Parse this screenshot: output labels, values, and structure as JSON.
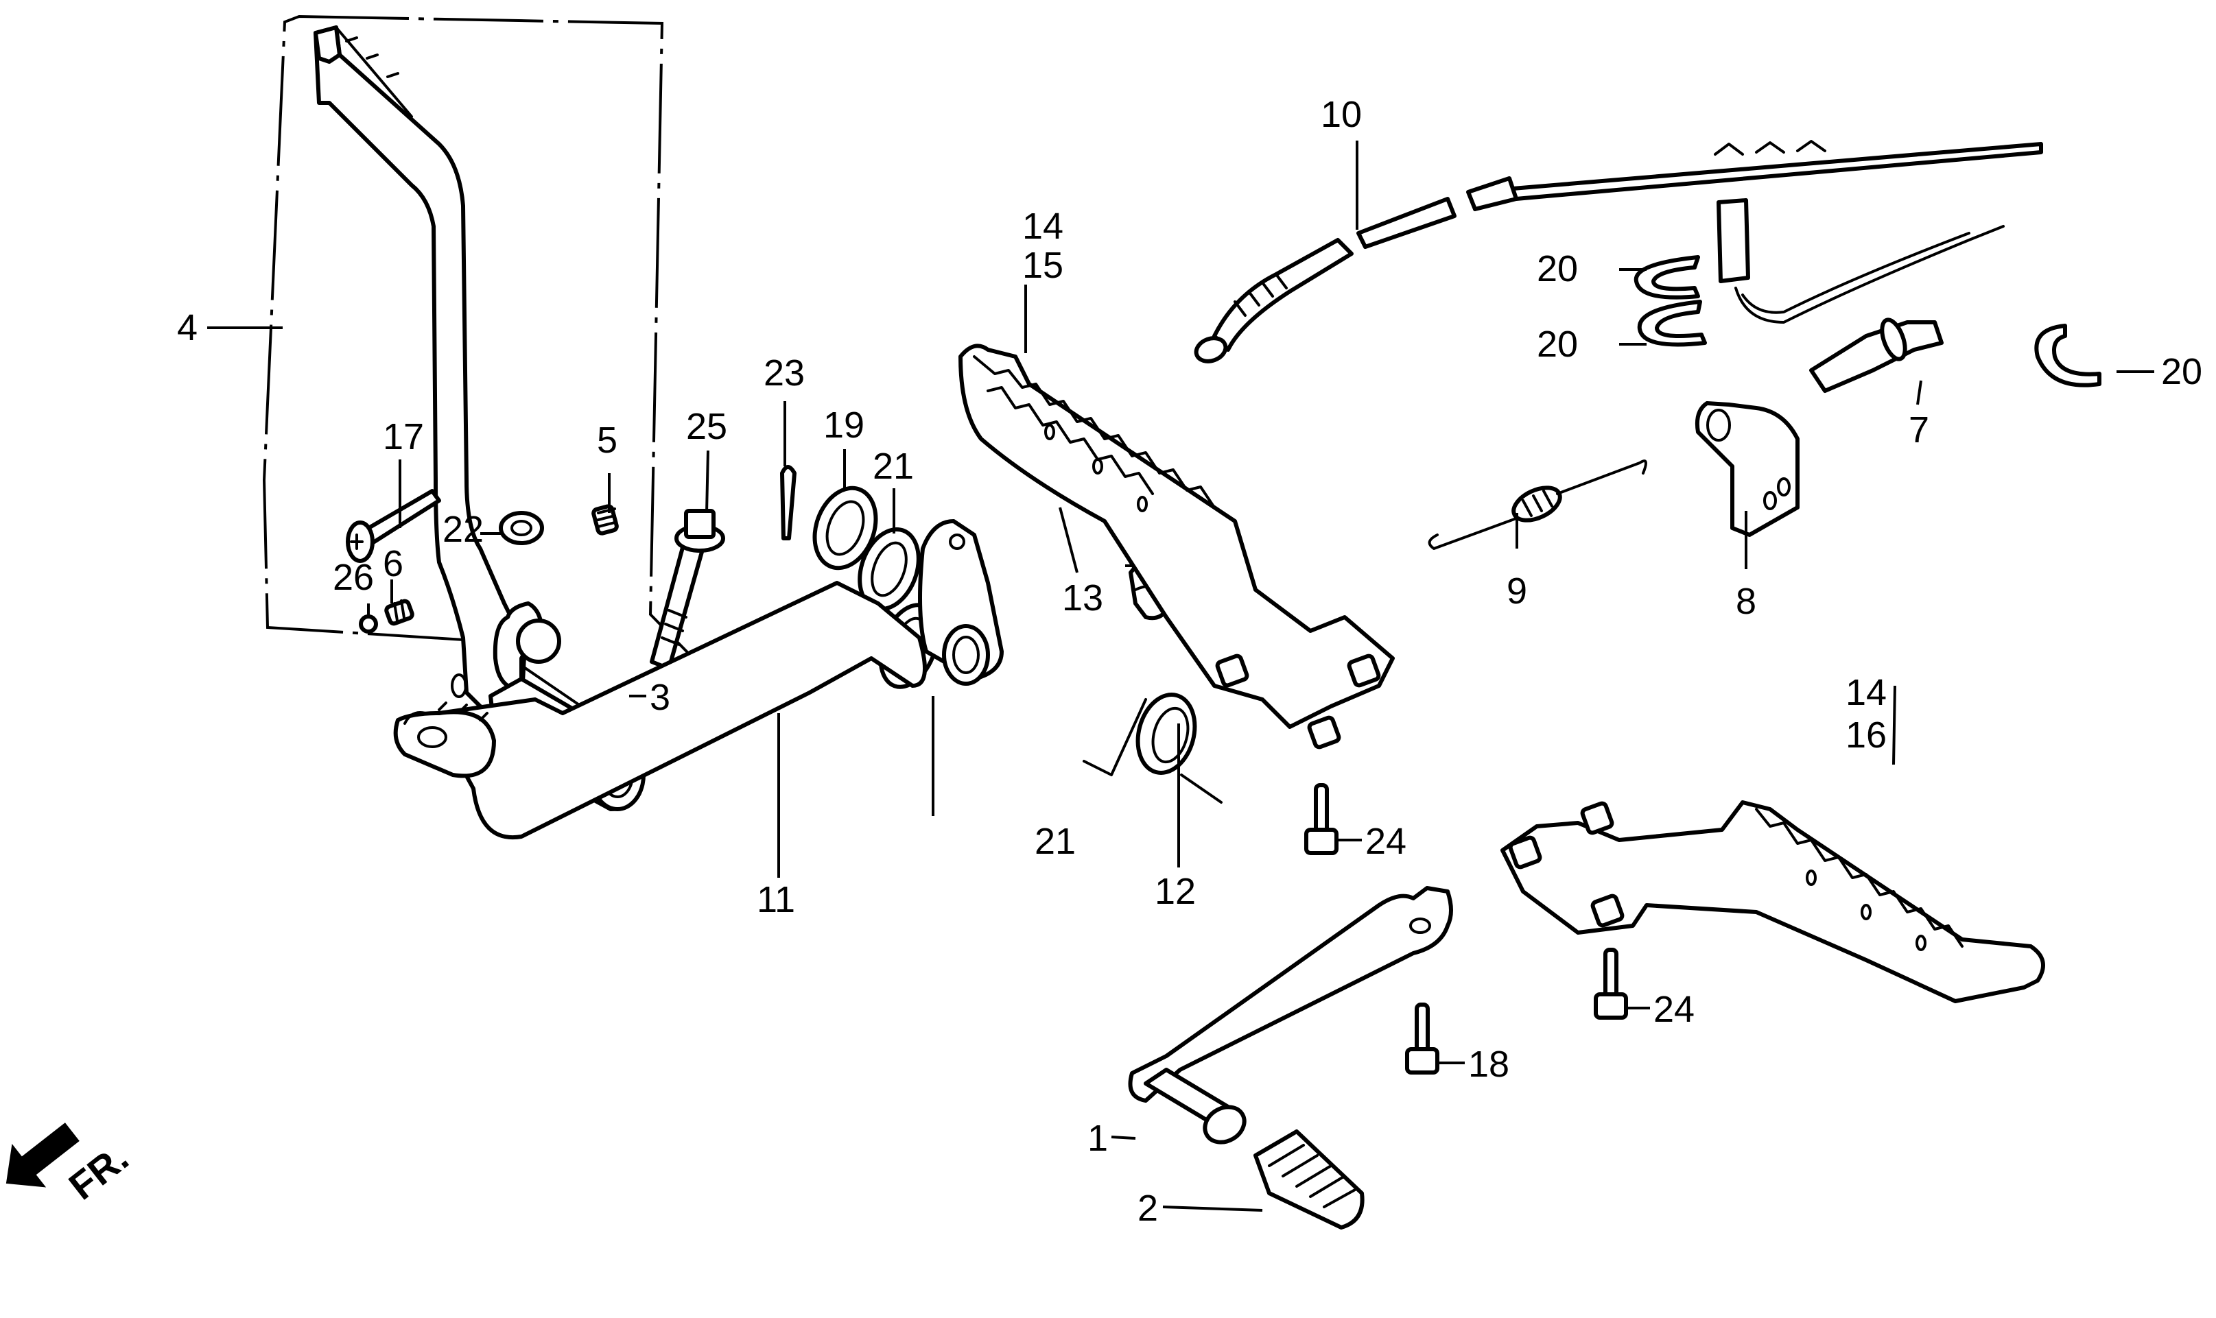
{
  "diagram": {
    "title": "",
    "direction_marker": {
      "label": "FR.",
      "icon": "front-direction-arrow"
    },
    "callouts": {
      "c1": "1",
      "c2": "2",
      "c3": "3",
      "c4": "4",
      "c5": "5",
      "c6": "6",
      "c7": "7",
      "c8": "8",
      "c9": "9",
      "c10": "10",
      "c11": "11",
      "c12": "12",
      "c13": "13",
      "c14a": "14",
      "c15": "15",
      "c14b": "14",
      "c16": "16",
      "c17": "17",
      "c18": "18",
      "c19": "19",
      "c20a": "20",
      "c20b": "20",
      "c20c": "20",
      "c21a": "21",
      "c21b": "21",
      "c22": "22",
      "c23": "23",
      "c24a": "24",
      "c24b": "24",
      "c25": "25",
      "c26": "26"
    },
    "parts": [
      {
        "ref": "1",
        "depicts": "gearshift-pedal"
      },
      {
        "ref": "2",
        "depicts": "pedal-rubber"
      },
      {
        "ref": "3",
        "depicts": "kick-arm-boss"
      },
      {
        "ref": "4",
        "depicts": "kickstarter-arm-assembly"
      },
      {
        "ref": "5",
        "depicts": "spring"
      },
      {
        "ref": "6",
        "depicts": "spring"
      },
      {
        "ref": "7",
        "depicts": "brake-light-switch"
      },
      {
        "ref": "8",
        "depicts": "switch-bracket"
      },
      {
        "ref": "9",
        "depicts": "return-spring"
      },
      {
        "ref": "10",
        "depicts": "brake-cable"
      },
      {
        "ref": "11",
        "depicts": "brake-pedal"
      },
      {
        "ref": "12",
        "depicts": "pedal-return-spring"
      },
      {
        "ref": "13",
        "depicts": "rubber-stopper"
      },
      {
        "ref": "14",
        "depicts": "footpeg-assembly"
      },
      {
        "ref": "15",
        "depicts": "right-footpeg"
      },
      {
        "ref": "16",
        "depicts": "left-footpeg"
      },
      {
        "ref": "17",
        "depicts": "screw"
      },
      {
        "ref": "18",
        "depicts": "bolt"
      },
      {
        "ref": "19",
        "depicts": "dust-seal"
      },
      {
        "ref": "20",
        "depicts": "cable-clamp"
      },
      {
        "ref": "21",
        "depicts": "dust-seal"
      },
      {
        "ref": "22",
        "depicts": "washer"
      },
      {
        "ref": "23",
        "depicts": "cotter-pin"
      },
      {
        "ref": "24",
        "depicts": "flange-bolt"
      },
      {
        "ref": "25",
        "depicts": "flange-bolt"
      },
      {
        "ref": "26",
        "depicts": "steel-ball"
      }
    ]
  }
}
